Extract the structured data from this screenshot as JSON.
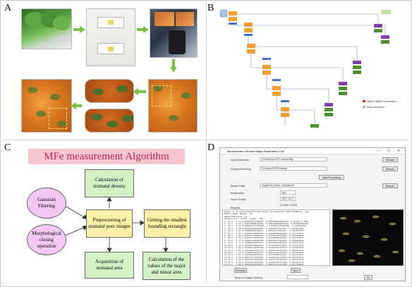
{
  "panel_labels": {
    "a": "A",
    "b": "B",
    "c": "C",
    "d": "D"
  },
  "panel_c": {
    "title": "MFe measurement Algorithm",
    "nodes": {
      "density": "Calculation of stomatal density",
      "preprocessing": "Preprocessing of stomatal pore images",
      "rectangle": "Getting the smallest bounding rectangle",
      "area": "Acquisition of stomatal area",
      "axes": "Calculation of the values of the major and minor axes",
      "gaussian": "Gaussian Filtering",
      "morph": "Morphological closing operation"
    }
  },
  "panel_b": {
    "legend": [
      "Hybrid Dilated Convolution",
      "Skip-connection"
    ]
  },
  "panel_d": {
    "window_title": "Measurement Stomal Shape Parameters Tool",
    "fields": {
      "input_dir_label": "Input Directory",
      "input_dir_value": "D:/code/open/ET stoma-ding",
      "output_dir_label": "Output Directory",
      "output_dir_value": "D:/Users/2020/Desktop",
      "model_path_label": "Model Path",
      "model_path_value": "/logs/best_epoch_weights.pth",
      "start_button": "Start Processing",
      "browse_button": "Browse",
      "bandname_label": "Bandname",
      "bandname_value": "jpg",
      "input_shape_label": "Input Shape",
      "input_shape_value": "[512, 512]",
      "use_cuda_label": "Use CUDA",
      "results_label": "Results"
    },
    "log_lines": [
      "Image: 1: D:/code/2024/ET/stoma-ding/_ren/Cheap/16/ 0001/PSF001_26_.jpg",
      "Width: 6d00, Height: 1ku",
      "NumberOfStomata: 84",
      "Stomata_Area  Width  Length   MFe      n",
      "0  66,0   1 73 0.0620879076830903  0.13161501441621753  0.1e9(00 0.1010",
      "1  74.0   1 73 0.1011793990140703  0.13017843919181702  0.2171073911302",
      "2  90.0   1 93 0.09019701718713801  0.17180177178113100  0.1430470102",
      "3  79.0   1 90 0.1018163100431310  0.180713017117710   0.1010070501",
      "4  82.0   1 92 0.2100914307100811  0.180911171001881   0.3818107017",
      "5  6?.0   1 92 0.1810017130100131  0.1810013801011010  0.1717130117",
      "6  63.0   1 93 0.0911711730081107  0.1111017107130101  0.1001000010",
      "7  94.0   1 76 0.1310101711017013  0.1110870101101107  0.1013110181",
      "8  79.0   1 77 0.0180171011110701  0.1001071711001011  0.1310101011",
      "9  78.0   1 77 0.1130001711017117  0.1011010137010101  0.1007171071",
      "10 50.0   1 93 0.1071107710001171  0.1171110170771011  0.1171707711",
      "11 58.0   1 93 0.1170017117110131  0.1013011017711177  0.1131070117",
      "12 40.0   1 97 0.1011101171017171  0.1310117101301111  0.1011011011",
      "13 80.0   1 73 0.1713011711101117  0.1001711310101107  0.1117101101",
      "14 79.0   1 90 0.1117101170011107  0.1171710301101017  0.1011711017",
      "15 80.0   1 92 0.1011171171017001  0.1010017101170111  0.1071311011",
      "16 79.0   1 90 0.1310711170117101  0.1011117101711017  0.1101701711",
      "17 69.0   1 93 0.1171107131017011  0.1100117017711010  0.1011011711",
      "18 72.0   1 99 0.1011311071101071  0.1011171011017010  0.1171701011",
      "19 55.0   1 93 0.1107701110117101  0.1101101117010711  0.1013101107",
      "20 70.0   1 77 0.1117101101110171  0.1011101101711071  0.1101170111",
      "21 83.0   1 93 0.1013011017111070  0.1107011717011011  0.1011170101"
    ],
    "previous_button": "Previous",
    "next_button": "Next",
    "jump_label": "Jump to Image (Index)",
    "go_button": "Go"
  }
}
